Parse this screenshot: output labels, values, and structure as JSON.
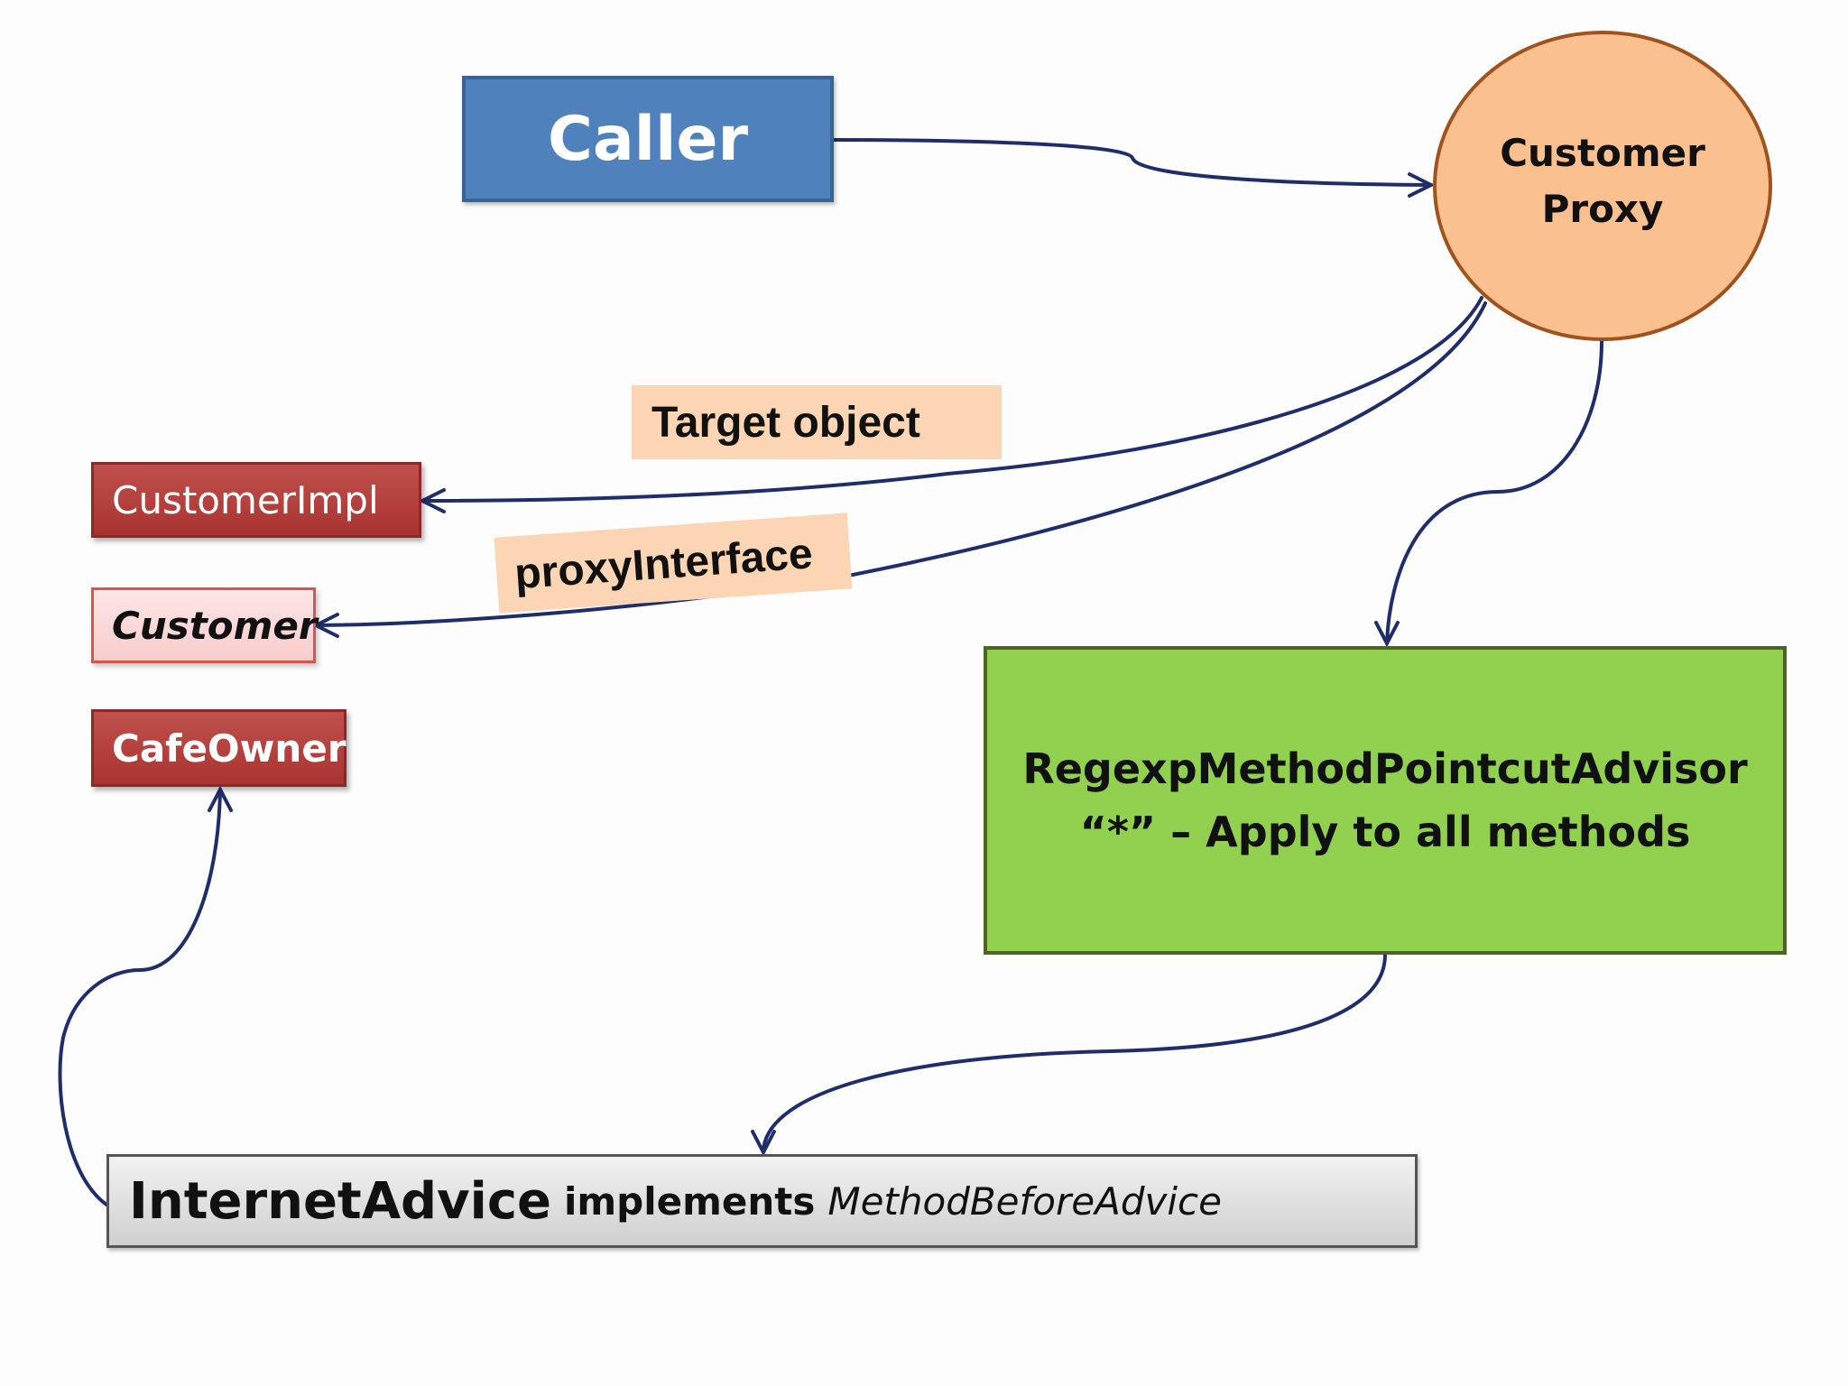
{
  "nodes": {
    "caller": "Caller",
    "customer_proxy": [
      "Customer",
      "Proxy"
    ],
    "customer_impl": "CustomerImpl",
    "customer_interface": "Customer",
    "cafe_owner": "CafeOwner",
    "advisor": {
      "line1": "RegexpMethodPointcutAdvisor",
      "line2": "“*” – Apply to all methods"
    },
    "advice": {
      "name": "InternetAdvice",
      "keyword": "implements",
      "interface": "MethodBeforeAdvice"
    }
  },
  "edge_labels": {
    "target_object": "Target object",
    "proxy_interface": "proxyInterface"
  },
  "colors": {
    "caller_fill": "#4f81bd",
    "proxy_fill": "#fac090",
    "class_fill": "#c0504d",
    "interface_fill": "#f7cccc",
    "label_fill": "#fcd5b4",
    "advisor_fill": "#92d050",
    "advice_fill": "#d9d9d9",
    "connector": "#1f2d6b"
  }
}
